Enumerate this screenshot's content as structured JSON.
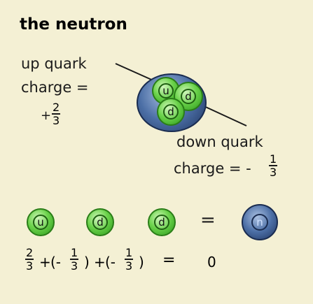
{
  "title": "the neutron",
  "up_quark": {
    "line1": "up quark",
    "line2": "charge =",
    "sign": "+",
    "num": "2",
    "den": "3"
  },
  "down_quark": {
    "line1": "down quark",
    "line2": "charge = -",
    "num": "1",
    "den": "3"
  },
  "particles": {
    "up": "u",
    "down": "d",
    "neutron": "n"
  },
  "equation": {
    "equals": "=",
    "f1_num": "2",
    "f1_den": "3",
    "plus": "+",
    "open": "(-",
    "close": ")",
    "f2_num": "1",
    "f2_den": "3",
    "f3_num": "1",
    "f3_den": "3",
    "result": "0"
  },
  "colors": {
    "background": "#f4f0d4",
    "quark": "#6ad24a",
    "neutron": "#4c6fa6"
  }
}
